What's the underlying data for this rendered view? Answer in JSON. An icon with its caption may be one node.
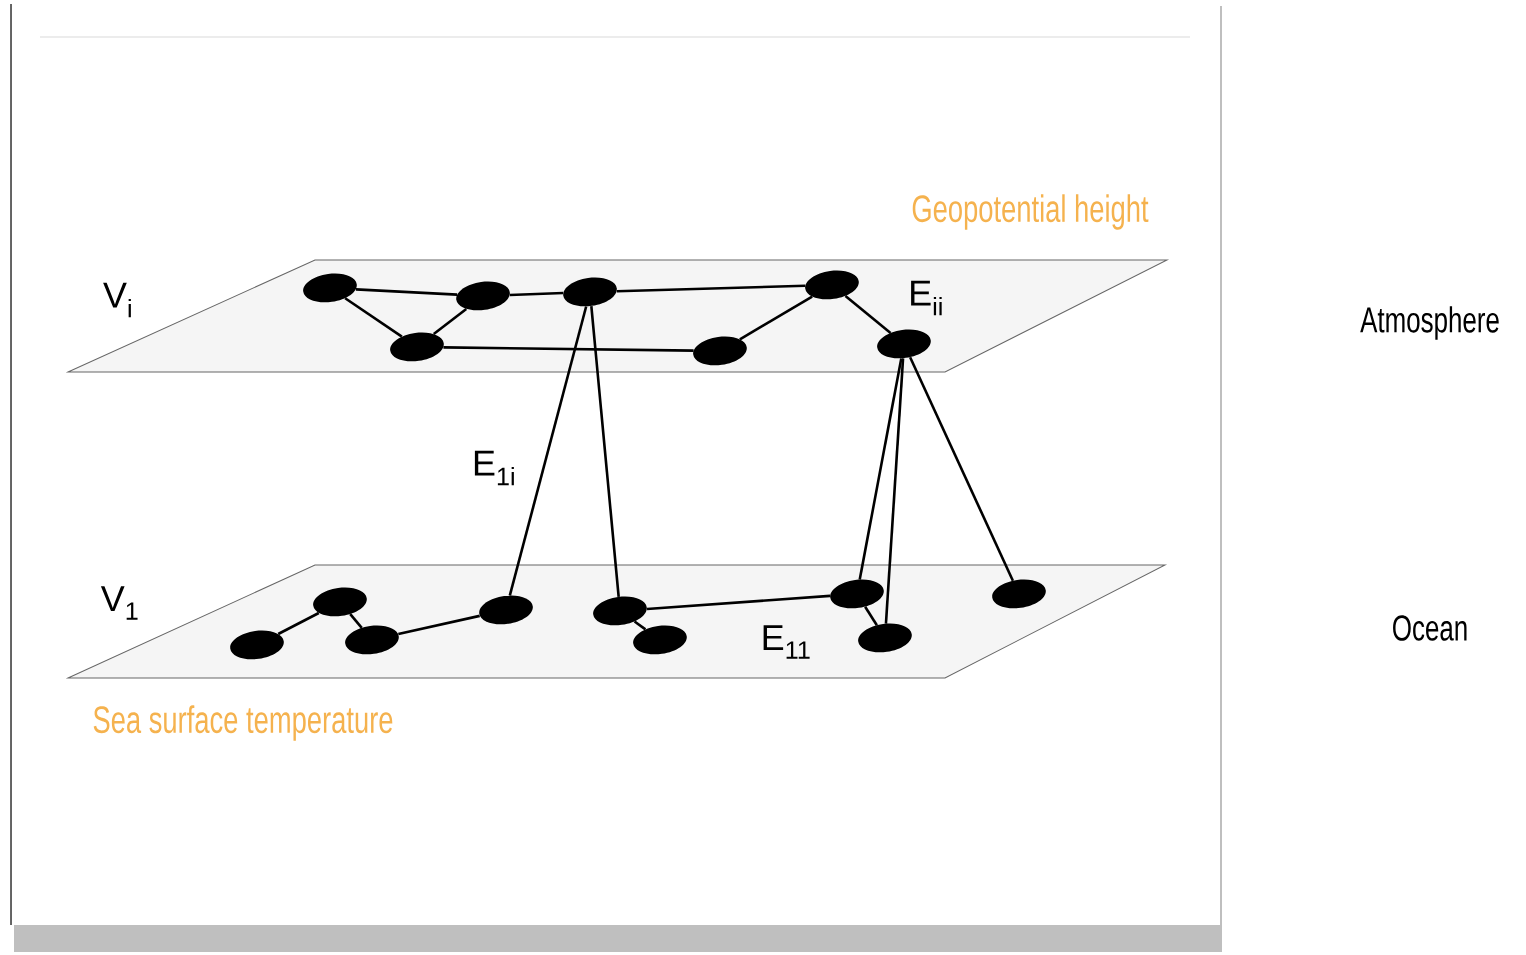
{
  "diagram": {
    "nodes": [
      {
        "text": [
          "V$_{i}$",
          "Geopotential height"
        ]
      },
      {
        "text": [],
        "shape": "ellipse",
        "in": 0
      },
      {
        "text": [],
        "shape": "ellipse",
        "in": 0
      },
      {
        "text": [],
        "shape": "ellipse",
        "in": 0
      },
      {
        "text": [],
        "shape": "ellipse",
        "in": 0
      },
      {
        "text": [],
        "shape": "ellipse",
        "in": 0
      },
      {
        "text": [],
        "shape": "ellipse",
        "in": 0
      },
      {
        "text": [],
        "shape": "ellipse",
        "in": 0
      },
      {
        "text": [
          "V$_{1}$",
          "Sea surface temperature"
        ]
      },
      {
        "text": [],
        "shape": "ellipse",
        "in": 8
      },
      {
        "text": [],
        "shape": "ellipse",
        "in": 8
      },
      {
        "text": [],
        "shape": "ellipse",
        "in": 8
      },
      {
        "text": [],
        "shape": "ellipse",
        "in": 8
      },
      {
        "text": [],
        "shape": "ellipse",
        "in": 8
      },
      {
        "text": [],
        "shape": "ellipse",
        "in": 8
      },
      {
        "text": [],
        "shape": "ellipse",
        "in": 8
      },
      {
        "text": [],
        "shape": "ellipse",
        "in": 8
      },
      {
        "text": [],
        "shape": "ellipse",
        "in": 8
      }
    ],
    "edges": [
      {
        "from": 1,
        "to": 2,
        "arrow": "none"
      },
      {
        "from": 2,
        "to": 3,
        "arrow": "none"
      },
      {
        "from": 3,
        "to": 4,
        "arrow": "none"
      },
      {
        "from": 1,
        "to": 5,
        "arrow": "none"
      },
      {
        "from": 5,
        "to": 2,
        "arrow": "none"
      },
      {
        "from": 5,
        "to": 6,
        "arrow": "none"
      },
      {
        "from": 6,
        "to": 4,
        "arrow": "none"
      },
      {
        "from": 4,
        "to": 7,
        "arrow": "none"
      },
      {
        "from": 10,
        "to": 9,
        "arrow": "none"
      },
      {
        "from": 9,
        "to": 11,
        "arrow": "none"
      },
      {
        "from": 11,
        "to": 12,
        "arrow": "none"
      },
      {
        "from": 13,
        "to": 14,
        "arrow": "none"
      },
      {
        "from": 13,
        "to": 15,
        "arrow": "none"
      },
      {
        "from": 15,
        "to": 16,
        "arrow": "none"
      },
      {
        "from": 3,
        "to": 12,
        "arrow": "none"
      },
      {
        "from": 3,
        "to": 13,
        "arrow": "none"
      },
      {
        "from": 7,
        "to": 15,
        "arrow": "none"
      },
      {
        "from": 7,
        "to": 16,
        "arrow": "none"
      },
      {
        "from": 7,
        "to": 17,
        "arrow": "none"
      }
    ],
    "labels": [
      "E$_{ii}$",
      "Atmosphere",
      "E$_{1i}$",
      "Ocean",
      "E$_{11}$"
    ]
  }
}
